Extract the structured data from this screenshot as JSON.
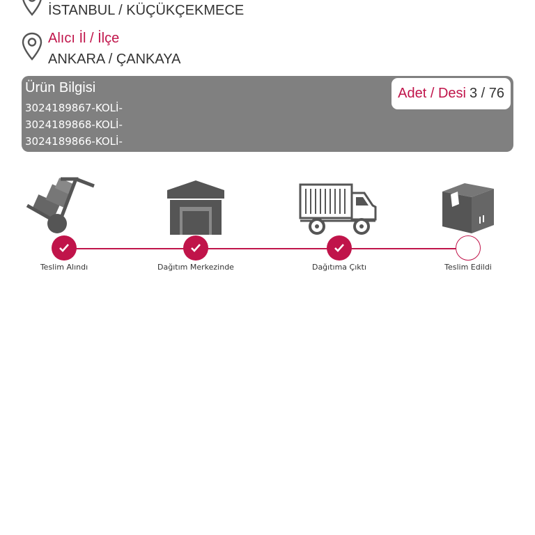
{
  "sender": {
    "value": "İSTANBUL / KÜÇÜKÇEKMECE",
    "icon": "location-pin-icon"
  },
  "receiver": {
    "label": "Alıcı İl / İlçe",
    "value": "ANKARA / ÇANKAYA",
    "icon": "location-pin-icon"
  },
  "product": {
    "title": "Ürün Bilgisi",
    "codes": [
      "3024189867-KOLİ-",
      "3024189868-KOLİ-",
      "3024189866-KOLİ-"
    ],
    "count_label": "Adet / Desi",
    "count_value": "3 / 76"
  },
  "tracking": {
    "steps": [
      {
        "label": "Teslim Alındı",
        "status": "done",
        "icon": "hand-truck-icon"
      },
      {
        "label": "Dağıtım Merkezinde",
        "status": "done",
        "icon": "warehouse-icon"
      },
      {
        "label": "Dağıtıma Çıktı",
        "status": "done",
        "icon": "delivery-truck-icon"
      },
      {
        "label": "Teslim Edildi",
        "status": "pending",
        "icon": "package-box-icon"
      }
    ]
  },
  "colors": {
    "accent": "#c0144a",
    "panel": "#808080",
    "icon": "#555555",
    "text": "#333333"
  }
}
